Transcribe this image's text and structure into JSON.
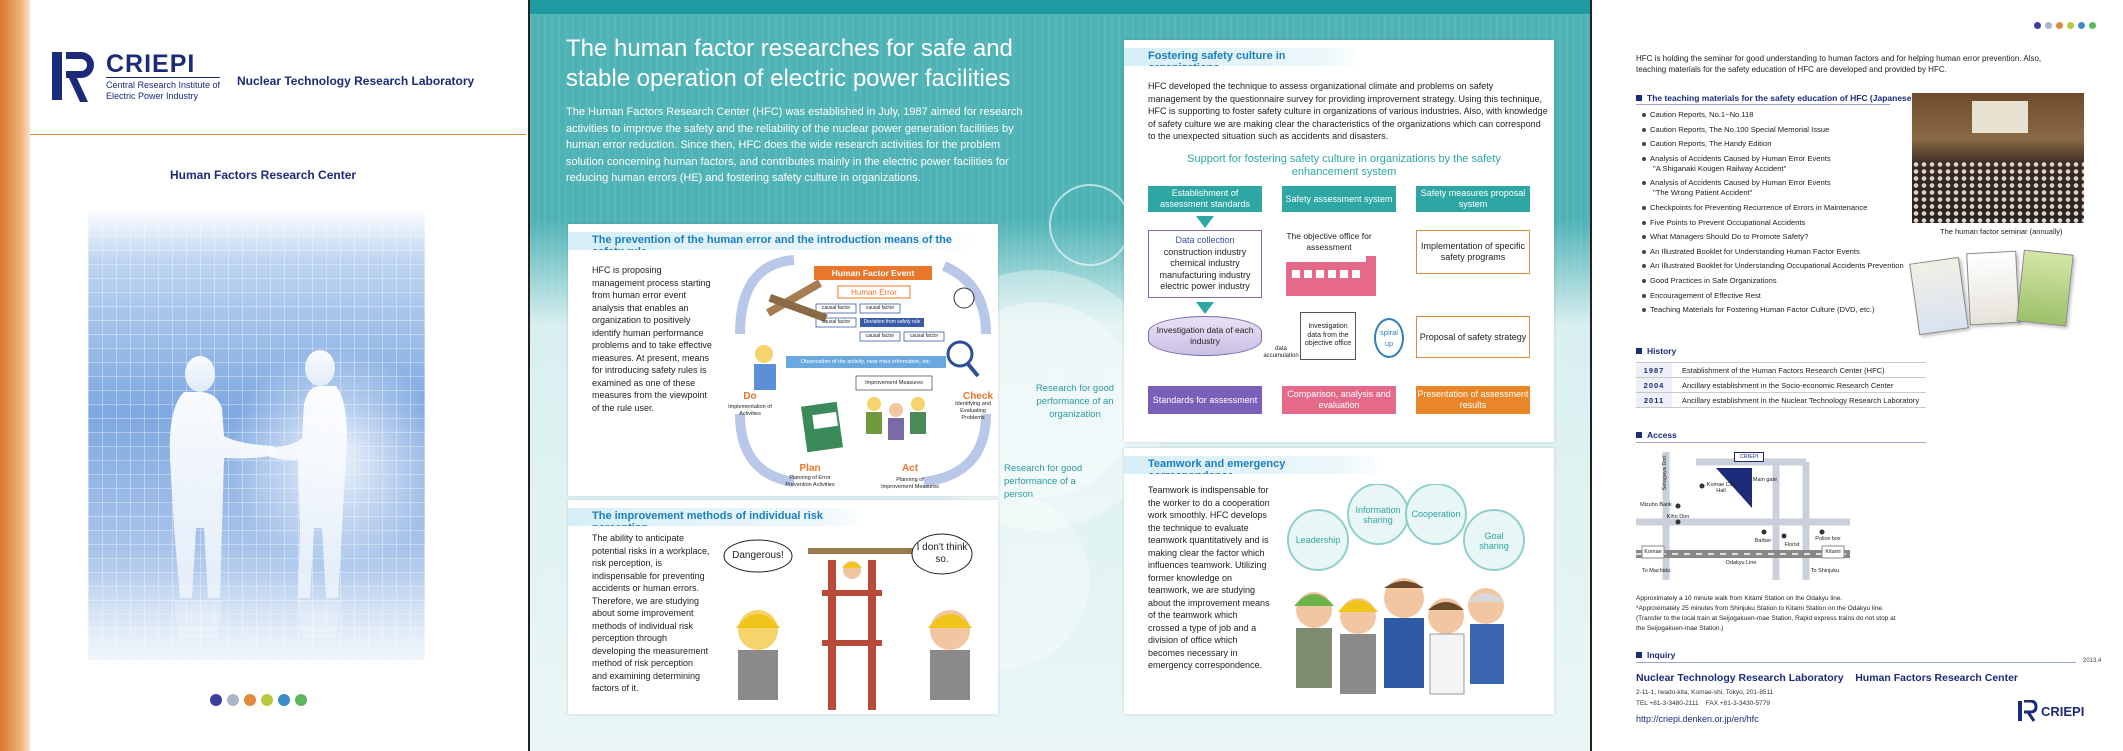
{
  "left": {
    "logo_name": "CRIEPI",
    "logo_sub1": "Central Research Institute of",
    "logo_sub2": "Electric Power Industry",
    "lab_title": "Nuclear Technology Research Laboratory",
    "center_title": "Human Factors Research Center",
    "dots": [
      "#3a3f9e",
      "#a8b8c8",
      "#e08a3c",
      "#b6c940",
      "#3c8ccb",
      "#5cb85c"
    ]
  },
  "middle": {
    "title": "The human factor researches for safe and stable operation of electric power facilities",
    "intro": "The Human Factors Research Center (HFC) was established in July, 1987 aimed for research activities to improve the safety and the reliability of the nuclear power generation facilities by human error reduction. Since then, HFC does the wide research activities for the problem solution concerning human factors, and contributes mainly in the electric power facilities for reducing human errors (HE) and fostering safety culture in organizations.",
    "prevention": {
      "heading": "The prevention of the human error and the introduction means of the safety rule",
      "text": "HFC is proposing management process starting from human error event analysis that enables an organization to positively identify human performance problems and to take effective measures. At present, means for introducing safety rules is examined as one of these measures from the viewpoint of the rule user.",
      "event_label": "Human Factor Event",
      "error_label": "Human Error",
      "causal": "causal factor",
      "deviation": "Deviation from safety rule",
      "observation": "Observation of the activity, near miss information, etc.",
      "improvement": "Improvement Measures",
      "do_label": "Do",
      "do_sub": "Implementation of Activities",
      "check_label": "Check",
      "check_sub": "Identifying and Evaluating Problems",
      "plan_label": "Plan",
      "plan_sub": "Planning of Error Prevention Activities",
      "act_label": "Act",
      "act_sub": "Planning of Improvement Measures"
    },
    "risk": {
      "heading": "The improvement methods of individual risk perception",
      "text": "The ability to anticipate potential risks in a workplace, risk perception, is indispensable for preventing accidents or human errors. Therefore, we are studying about some improvement methods of individual risk perception through developing the measurement method of risk perception and examining determining factors of it.",
      "bubble1": "Dangerous!",
      "bubble2": "I don't think so."
    },
    "circle_org": "Research for good performance of an organization",
    "circle_person": "Research for good performance of a person",
    "culture": {
      "heading": "Fostering safety culture in organizations",
      "text": "HFC developed the technique to assess organizational climate and problems on safety management by the questionnaire survey for providing improvement strategy. Using this technique, HFC is supporting to foster safety culture in organizations of various industries. Also, with knowledge of safety culture we are making clear the characteristics of the organizations which can correspond to the unexpected situation such as accidents and disasters.",
      "diagram_title": "Support for fostering safety culture in organizations by the safety enhancement system",
      "col1": "Establishment of assessment standards",
      "col2": "Safety assessment system",
      "col3": "Safety measures proposal system",
      "data_collection": "Data collection",
      "industries": [
        "construction industry",
        "chemical industry",
        "manufacturing industry",
        "electric power industry"
      ],
      "objective_office": "The objective office for assessment",
      "implementation": "Implementation of specific safety programs",
      "investigation_each": "Investigation data of each industry",
      "investigation_obj": "Investigation data from the objective office",
      "accumulation": "data accumulation",
      "spiral": "spiral up",
      "proposal": "Proposal of safety strategy",
      "standards": "Standards for assessment",
      "comparison": "Comparison, analysis and evaluation",
      "presentation": "Presentation of assessment results"
    },
    "teamwork": {
      "heading": "Teamwork and emergency correspondence",
      "text": "Teamwork is indispensable for the worker to do a cooperation work smoothly. HFC develops the technique to evaluate teamwork quantitatively and is making clear the factor which influences teamwork. Utilizing former knowledge on teamwork, we are studying about the improvement means of the teamwork which crossed a type of job and a division of office which becomes necessary in emergency correspondence.",
      "bubbles": [
        "Leadership",
        "Information sharing",
        "Cooperation",
        "Goal sharing"
      ]
    }
  },
  "right": {
    "dots": [
      "#3a3f9e",
      "#a8b8c8",
      "#e08a3c",
      "#b6c940",
      "#3c8ccb",
      "#5cb85c"
    ],
    "intro": "HFC is holding the seminar for good understanding to human factors and for helping human error prevention. Also, teaching materials for the safety education of HFC are developed and provided by HFC.",
    "materials_heading": "The teaching materials for the safety education of HFC (Japanese)",
    "materials": [
      [
        "Caution Reports, No.1~No.118",
        ""
      ],
      [
        "Caution Reports, The No.100 Special Memorial Issue",
        ""
      ],
      [
        "Caution Reports, The Handy Edition",
        ""
      ],
      [
        "Analysis of Accidents Caused by Human Error Events",
        "\"A Shiganaki Kougen Railway Accident\""
      ],
      [
        "Analysis of Accidents Caused by Human Error Events",
        "\"The Wrong Patient Accident\""
      ],
      [
        "Checkpoints for Preventing Recurrence of Errors in Maintenance",
        ""
      ],
      [
        "Five Points to Prevent Occupational Accidents",
        ""
      ],
      [
        "What Managers Should Do to Promote Safety?",
        ""
      ],
      [
        "An Illustrated Booklet for Understanding Human Factor Events",
        ""
      ],
      [
        "An Illustrated Booklet for Understanding Occupational Accidents Prevention",
        ""
      ],
      [
        "Good Practices in Safe Organizations",
        ""
      ],
      [
        "Encouragement of Effective Rest",
        ""
      ],
      [
        "Teaching Materials for Fostering Human Factor Culture (DVD, etc.)",
        ""
      ]
    ],
    "photo_caption": "The human factor seminar (annually)",
    "history_heading": "History",
    "history": [
      {
        "year": "1987",
        "event": "Establishment of the Human Factors Research Center (HFC)"
      },
      {
        "year": "2004",
        "event": "Ancillary establishment in the Socio-economic Research Center"
      },
      {
        "year": "2011",
        "event": "Ancillary establishment in the Nuclear Technology Research Laboratory"
      }
    ],
    "access_heading": "Access",
    "map": {
      "main_gate": "Main gate",
      "komae_city_hall": "Komae City Hall",
      "mizuho_bank": "Mizuho Bank",
      "kiho_don": "Kiho Don",
      "barber": "Barber",
      "florist": "Florist",
      "police_box": "Police box",
      "komae": "Komae",
      "kitami": "Kitami",
      "odakyu_line": "Odakyu Line",
      "to_machida": "To Machida",
      "to_shinjuku": "To Shinjuku",
      "setagaya_dori": "Setagaya Dori",
      "criepi": "CRIEPI"
    },
    "access_notes": [
      "Approximately a 10 minute walk from Kitami Station on the Odakyu line.",
      "*Approximately 25 minutes from Shinjuku Station to Kitami Station on the Odakyu line.",
      "(Transfer to the local train at Seijogakuen-mae Station, Rapid express trains do not stop at",
      "the Seijogakuen-mae Station.)"
    ],
    "inquiry_heading": "Inquiry",
    "date": "2013.4",
    "inq_title": "Nuclear Technology Research Laboratory    Human Factors Research Center",
    "inq_address": "2-11-1, Iwado-kita, Komae-shi, Tokyo, 201-8511",
    "inq_tel": "TEL +81-3-3480-2111    FAX +81-3-3430-5779",
    "inq_url": "http://criepi.denken.or.jp/en/hfc",
    "logo_name": "CRIEPI"
  }
}
